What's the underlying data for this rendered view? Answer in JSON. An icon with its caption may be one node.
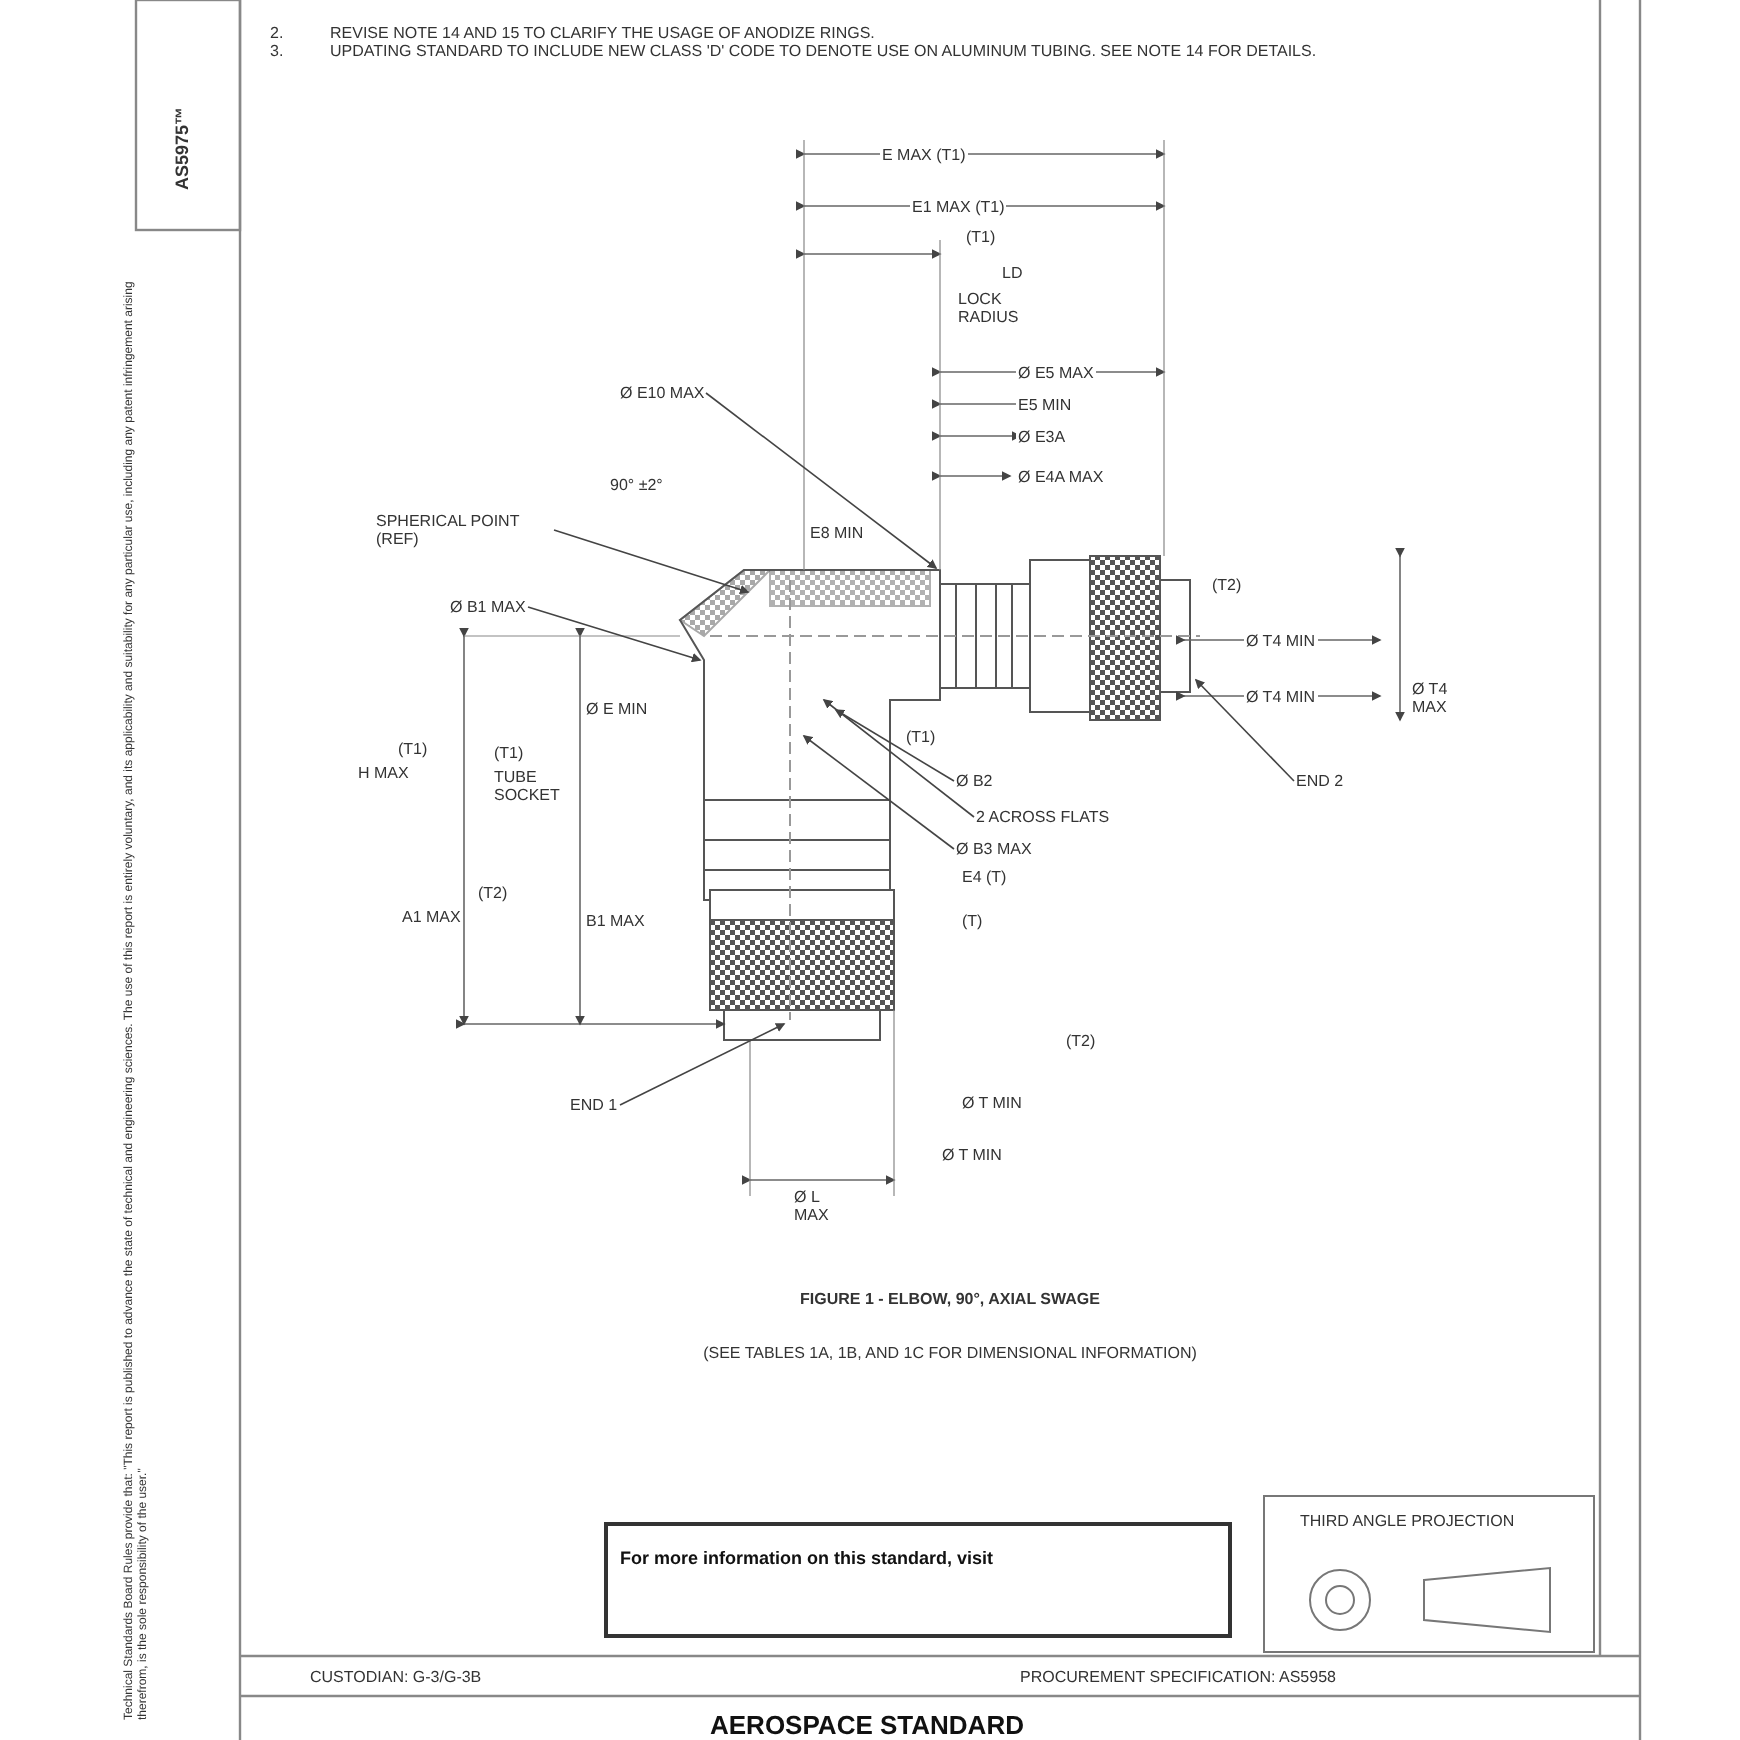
{
  "diagram": {
    "caption": "FIGURE 1 - ELBOW, 90°, AXIAL SWAGE",
    "nodes": [
      {
        "text": [
          "SPHERICAL POINT (REF)"
        ]
      },
      {
        "text": [
          "Ø E10 MAX"
        ]
      },
      {
        "text": [
          "Ø B1 MAX"
        ]
      },
      {
        "text": [
          "Ø B2"
        ]
      },
      {
        "text": [
          "2 ACROSS FLATS"
        ]
      },
      {
        "text": [
          "Ø B3 MAX"
        ]
      },
      {
        "text": [
          "END 2"
        ]
      },
      {
        "text": [
          "END 1"
        ]
      }
    ],
    "edges": [
      {
        "from": 0,
        "to": null,
        "arrow": "to"
      },
      {
        "from": 1,
        "to": null,
        "arrow": "to"
      },
      {
        "from": 2,
        "to": null,
        "arrow": "to"
      },
      {
        "from": 3,
        "to": null,
        "arrow": "to"
      },
      {
        "from": 4,
        "to": null,
        "arrow": "to"
      },
      {
        "from": 5,
        "to": null,
        "arrow": "to"
      },
      {
        "from": 6,
        "to": null,
        "arrow": "to"
      },
      {
        "from": 7,
        "to": null,
        "arrow": "to"
      }
    ],
    "labels": [
      "2.",
      "REVISE NOTE 14 AND 15 TO CLARIFY THE USAGE OF ANODIZE RINGS.",
      "3.",
      "UPDATING STANDARD TO INCLUDE NEW CLASS 'D' CODE TO DENOTE USE ON ALUMINUM TUBING. SEE NOTE 14 FOR DETAILS.",
      "AS5975™",
      "Technical Standards Board Rules provide that: \"This report is published to advance the state of technical and engineering sciences. The use of this report is entirely voluntary, and its applicability and suitability for any particular use, including any patent infringement arising therefrom, is the sole responsibility of the user.\"",
      "E MAX (T1)",
      "E1 MAX (T1)",
      "(T1)",
      "LD",
      "LOCK RADIUS",
      "Ø E5 MAX",
      "E5 MIN",
      "Ø E3A",
      "Ø E4A MAX",
      "90° ±2°",
      "E8 MIN",
      "(T2)",
      "Ø T4 MIN",
      "Ø T4 MIN",
      "Ø T4 MAX",
      "Ø E MIN",
      "(T1)",
      "H MAX",
      "(T1)",
      "TUBE SOCKET",
      "(T1)",
      "E4 (T)",
      "(T)",
      "(T2)",
      "A1 MAX",
      "B1 MAX",
      "(T2)",
      "Ø T MIN",
      "Ø T MIN",
      "Ø L MAX",
      "(SEE TABLES 1A, 1B, AND 1C FOR DIMENSIONAL INFORMATION)",
      "For more information on this standard, visit",
      "THIRD ANGLE PROJECTION",
      "CUSTODIAN: G-3/G-3B",
      "PROCUREMENT SPECIFICATION: AS5958",
      "AEROSPACE STANDARD"
    ]
  }
}
